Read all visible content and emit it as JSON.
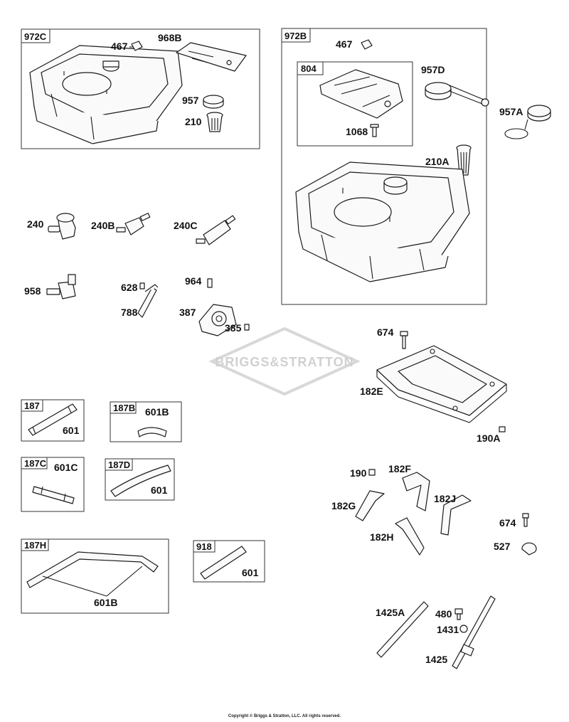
{
  "groups": {
    "g972C": "972C",
    "g972B": "972B",
    "g804": "804",
    "g187": "187",
    "g187B": "187B",
    "g187C": "187C",
    "g187D": "187D",
    "g187H": "187H",
    "g918": "918"
  },
  "labels": {
    "p467a": "467",
    "p968B": "968B",
    "p957": "957",
    "p210": "210",
    "p467b": "467",
    "p957D": "957D",
    "p957A": "957A",
    "p1068": "1068",
    "p210A": "210A",
    "p240": "240",
    "p240B": "240B",
    "p240C": "240C",
    "p958": "958",
    "p628": "628",
    "p788": "788",
    "p964": "964",
    "p387": "387",
    "p385": "385",
    "p674a": "674",
    "p182E": "182E",
    "p190A": "190A",
    "p601_187": "601",
    "p601B_187B": "601B",
    "p601C": "601C",
    "p601_187D": "601",
    "p601B_187H": "601B",
    "p601_918": "601",
    "p190": "190",
    "p182F": "182F",
    "p182G": "182G",
    "p182J": "182J",
    "p182H": "182H",
    "p674b": "674",
    "p527": "527",
    "p1425A": "1425A",
    "p480": "480",
    "p1431": "1431",
    "p1425": "1425"
  },
  "watermark": "BRIGGS&STRATTON",
  "copyright": "Copyright © Briggs & Stratton, LLC. All rights reserved."
}
